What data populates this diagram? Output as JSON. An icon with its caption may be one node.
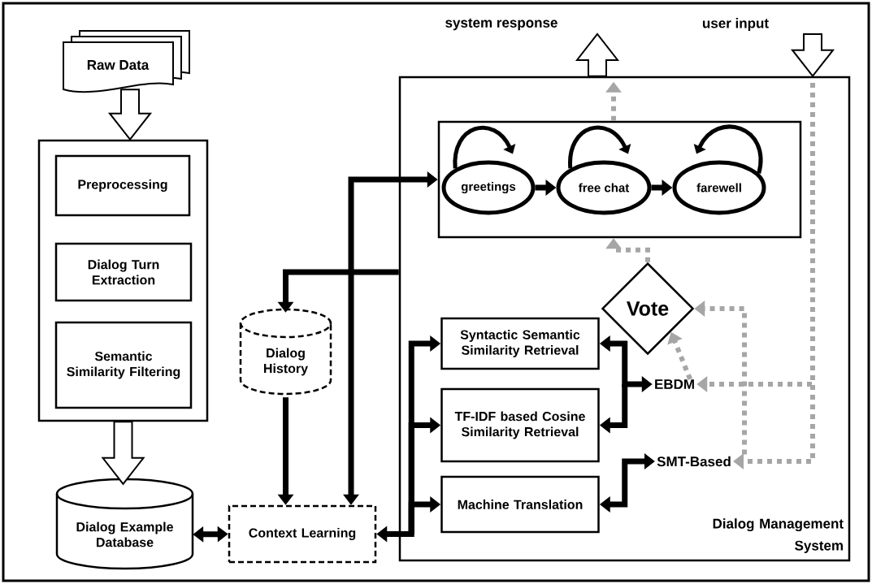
{
  "diagram": {
    "nodes": [
      {
        "text": [
          "Raw Data"
        ]
      },
      {
        "text": [],
        "shape": "box"
      },
      {
        "text": [
          "Preprocessing"
        ],
        "in": 1
      },
      {
        "text": [
          "Dialog Turn Extraction"
        ],
        "in": 1
      },
      {
        "text": [
          "Semantic Similarity Filtering"
        ],
        "in": 1
      },
      {
        "text": [
          "Dialog Example Database"
        ]
      },
      {
        "text": [
          "Dialog History"
        ]
      },
      {
        "text": [
          "Context Learning"
        ]
      },
      {
        "text": [
          "Dialog Management System"
        ]
      },
      {
        "text": [],
        "shape": "box",
        "in": 8
      },
      {
        "text": [
          "greetings"
        ],
        "in": 9
      },
      {
        "text": [
          "free chat"
        ],
        "in": 9
      },
      {
        "text": [
          "farewell"
        ],
        "in": 9
      },
      {
        "text": [
          "Vote"
        ],
        "in": 8
      },
      {
        "text": [
          "Syntactic Semantic Similarity Retrieval"
        ],
        "in": 8
      },
      {
        "text": [
          "TF-IDF based Cosine Similarity Retrieval"
        ],
        "in": 8
      },
      {
        "text": [
          "Machine Translation"
        ],
        "in": 8
      },
      {
        "text": [
          "EBDM"
        ],
        "in": 8
      },
      {
        "text": [
          "SMT-Based"
        ],
        "in": 8
      }
    ],
    "edges": [
      {
        "from": 0,
        "to": 1,
        "arrow": "to",
        "style": "thick"
      },
      {
        "from": 1,
        "to": 5,
        "arrow": "to",
        "style": "thick"
      },
      {
        "from": 5,
        "to": 7,
        "arrow": "both"
      },
      {
        "from": 6,
        "to": 7,
        "arrow": "to"
      },
      {
        "from": 8,
        "to": 6,
        "arrow": "to"
      },
      {
        "from": 7,
        "to": 9,
        "arrow": "both"
      },
      {
        "from": 7,
        "to": 14,
        "arrow": "both"
      },
      {
        "from": 7,
        "to": 15,
        "arrow": "both"
      },
      {
        "from": 7,
        "to": 16,
        "arrow": "both"
      },
      {
        "from": 17,
        "to": 14,
        "arrow": "both"
      },
      {
        "from": 17,
        "to": 15,
        "arrow": "both"
      },
      {
        "from": 18,
        "to": 16,
        "arrow": "both"
      },
      {
        "from": 10,
        "to": 11,
        "arrow": "to"
      },
      {
        "from": 11,
        "to": 12,
        "arrow": "to"
      },
      {
        "from": 10,
        "to": 10,
        "arrow": "to"
      },
      {
        "from": 11,
        "to": 11,
        "arrow": "to"
      },
      {
        "from": 12,
        "to": 12,
        "arrow": "to"
      },
      {
        "from": 9,
        "to": null,
        "arrow": "to",
        "style": "dashed",
        "color": "#a6a6a6"
      },
      {
        "from": 8,
        "to": null,
        "arrow": "to",
        "style": "thick",
        "label": "system response"
      },
      {
        "from": null,
        "to": 8,
        "arrow": "to",
        "style": "thick",
        "label": "user input"
      },
      {
        "from": null,
        "to": 17,
        "arrow": "to",
        "style": "dashed",
        "color": "#a6a6a6"
      },
      {
        "from": null,
        "to": 18,
        "arrow": "to",
        "style": "dashed",
        "color": "#a6a6a6"
      },
      {
        "from": 17,
        "to": 13,
        "arrow": "to",
        "style": "dashed",
        "color": "#a6a6a6"
      },
      {
        "from": 18,
        "to": 13,
        "arrow": "to",
        "style": "dashed",
        "color": "#a6a6a6"
      },
      {
        "from": 13,
        "to": 9,
        "arrow": "to",
        "style": "dashed",
        "color": "#a6a6a6"
      }
    ]
  }
}
